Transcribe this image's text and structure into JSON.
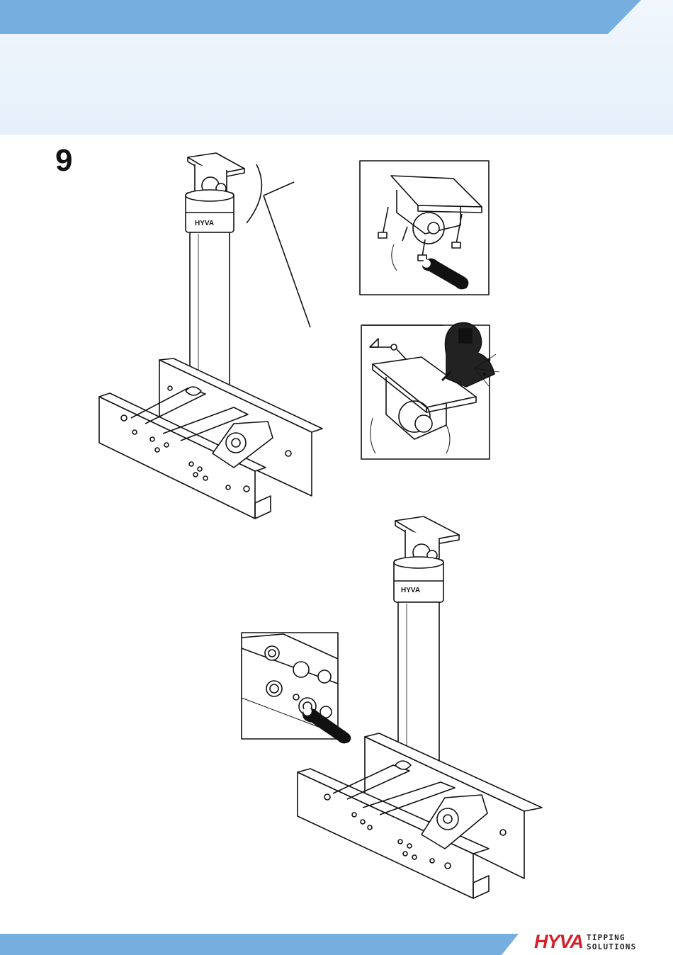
{
  "page": {
    "step_number": "9",
    "accent_color": "#77aee0",
    "band_color": "#e8f1fa"
  },
  "logo": {
    "brand": "HYVA",
    "tagline_line1": "TIPPING",
    "tagline_line2": "SOLUTIONS",
    "brand_color": "#d3202a"
  },
  "illustrations": [
    "cylinder-on-frame-main",
    "detail-bolt-tightening",
    "detail-welding",
    "cylinder-on-frame-secondary",
    "detail-frame-bolt"
  ]
}
